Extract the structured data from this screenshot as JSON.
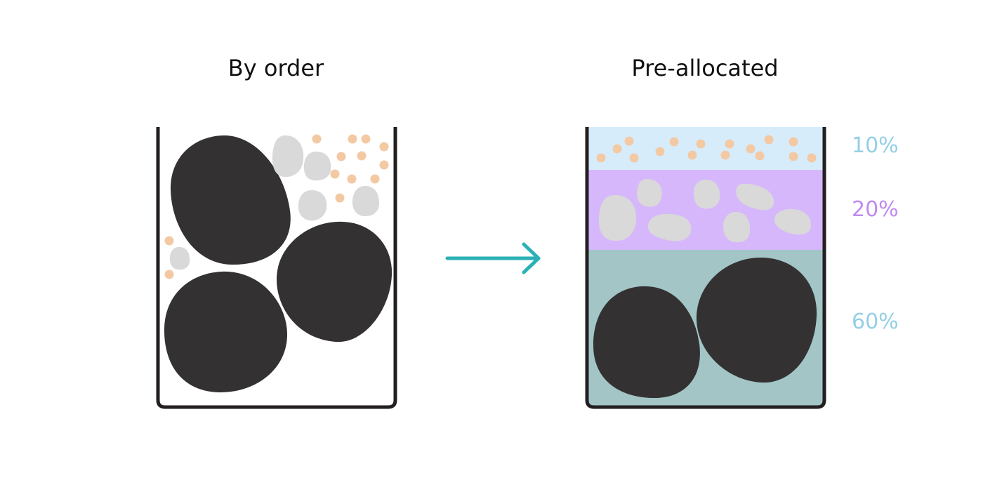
{
  "titles": {
    "left": "By order",
    "right": "Pre-allocated"
  },
  "allocations": [
    {
      "label": "10%",
      "fraction": 0.1,
      "band_color": "#d6ecfb",
      "label_color": "#94cfe6"
    },
    {
      "label": "20%",
      "fraction": 0.2,
      "band_color": "#d6b7fb",
      "label_color": "#c08af0"
    },
    {
      "label": "60%",
      "fraction": 0.6,
      "band_color": "#a3c5c6",
      "label_color": "#94cfe6"
    }
  ],
  "colors": {
    "container": "#231f20",
    "big_rock": "#333132",
    "pebble": "#d9d9d9",
    "sand": "#f3c9a4",
    "arrow": "#2bb0b6"
  },
  "icons": {
    "arrow": "right-arrow-icon"
  }
}
